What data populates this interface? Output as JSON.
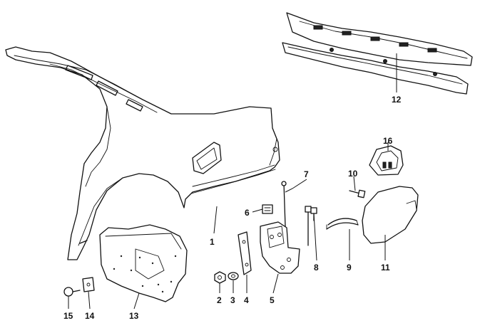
{
  "colors": {
    "ink": "#111111",
    "background": "#ffffff"
  },
  "callouts": [
    {
      "id": "1",
      "text": "1"
    },
    {
      "id": "2",
      "text": "2"
    },
    {
      "id": "3",
      "text": "3"
    },
    {
      "id": "4",
      "text": "4"
    },
    {
      "id": "5",
      "text": "5"
    },
    {
      "id": "6",
      "text": "6"
    },
    {
      "id": "7",
      "text": "7"
    },
    {
      "id": "8",
      "text": "8"
    },
    {
      "id": "9",
      "text": "9"
    },
    {
      "id": "10",
      "text": "10"
    },
    {
      "id": "11",
      "text": "11"
    },
    {
      "id": "12",
      "text": "12"
    },
    {
      "id": "13",
      "text": "13"
    },
    {
      "id": "14",
      "text": "14"
    },
    {
      "id": "15",
      "text": "15"
    },
    {
      "id": "16",
      "text": "16"
    }
  ]
}
